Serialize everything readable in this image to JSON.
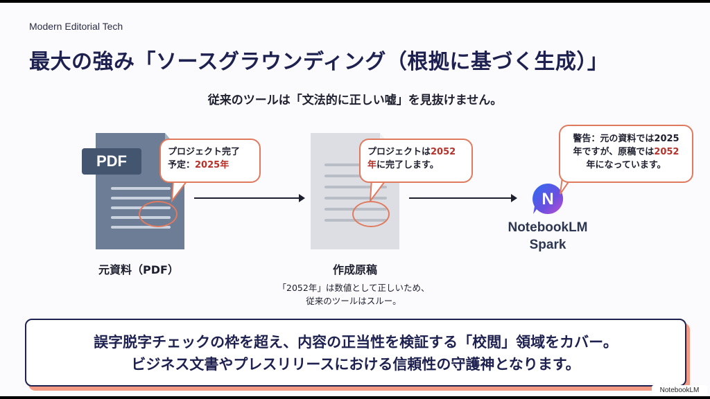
{
  "brand": "Modern Editorial Tech",
  "title": "最大の強み「ソースグラウンディング（根拠に基づく生成）」",
  "subtitle": "従来のツールは「文法的に正しい嘘」を見抜けません。",
  "source_doc": {
    "tag": "PDF",
    "label": "元資料（PDF）",
    "bubble_line1": "プロジェクト完了",
    "bubble_line2_prefix": "予定：",
    "bubble_line2_value": "2025年"
  },
  "draft_doc": {
    "label": "作成原稿",
    "bubble_line1_prefix": "プロジェクトは",
    "bubble_line1_value": "2052",
    "bubble_line2_value": "年",
    "bubble_line2_suffix": "に完了します。",
    "note_line1": "「2052年」は数値として正しいため、",
    "note_line2": "従来のツールはスルー。"
  },
  "checker": {
    "name": "NotebookLM",
    "sub": "Spark",
    "icon_letter": "N",
    "bubble_line1": "警告：元の資料では2025",
    "bubble_line2_prefix": "年ですが、原稿では",
    "bubble_line2_value": "2052",
    "bubble_line3": "年になっています。"
  },
  "callout": {
    "line1": "誤字脱字チェックの枠を超え、内容の正当性を検証する「校閲」領域をカバー。",
    "line2": "ビジネス文書やプレスリリースにおける信頼性の守護神となります。"
  },
  "watermark": "NotebookLM",
  "colors": {
    "accent": "#e07a5f",
    "highlight": "#b5322a",
    "navy": "#1e2150",
    "pdf_doc": "#6c7d95",
    "draft_doc": "#dcdee3"
  }
}
